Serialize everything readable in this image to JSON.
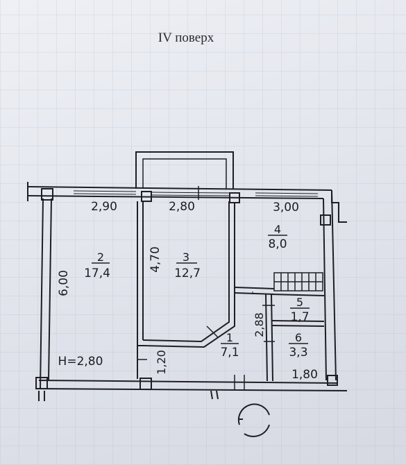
{
  "title": "IV поверх",
  "ceiling_height": "H=2,80",
  "rooms": [
    {
      "number": "2",
      "area": "17,4"
    },
    {
      "number": "3",
      "area": "12,7"
    },
    {
      "number": "4",
      "area": "8,0"
    },
    {
      "number": "5",
      "area": "1,7"
    },
    {
      "number": "6",
      "area": "3,3"
    },
    {
      "number": "1",
      "area": "7,1"
    }
  ],
  "dimensions": {
    "room2_width": "2,90",
    "room3_width": "2,80",
    "room4_width": "3,00",
    "room2_depth": "6,00",
    "room3_depth": "4,70",
    "hall_length": "2,88",
    "bath_width": "1,80",
    "hall_width": "1,20"
  },
  "colors": {
    "line": "#1e1e24",
    "paper": "#e6e8ef"
  }
}
